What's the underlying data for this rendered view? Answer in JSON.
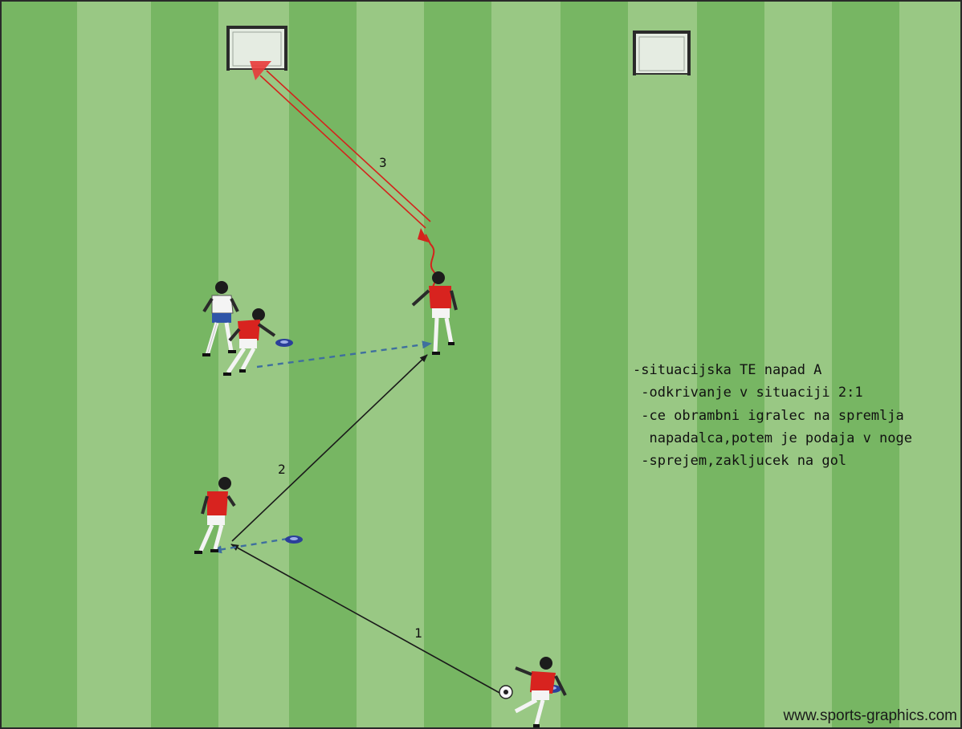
{
  "diagram": {
    "pass_labels": {
      "one": "1",
      "two": "2",
      "three": "3"
    },
    "notes": [
      "-situacijska TE napad A",
      " -odkrivanje v situaciji 2:1",
      " -ce obrambni igralec na spremlja",
      "  napadalca,potem je podaja v noge",
      " -sprejem,zakljucek na gol"
    ],
    "watermark": "www.sports-graphics.com"
  },
  "colors": {
    "stripe_dark": "#77b663",
    "stripe_light": "#99c884",
    "team_attack": "#d8231f",
    "team_defend": "#f4f4f4",
    "pass_line": "#1a1a1a",
    "shot_line": "#d4231c",
    "run_line": "#3f6f9e",
    "cone": "#2b3f9a"
  },
  "icons": [
    "goal-icon",
    "cone-icon",
    "player-icon",
    "ball-icon"
  ]
}
